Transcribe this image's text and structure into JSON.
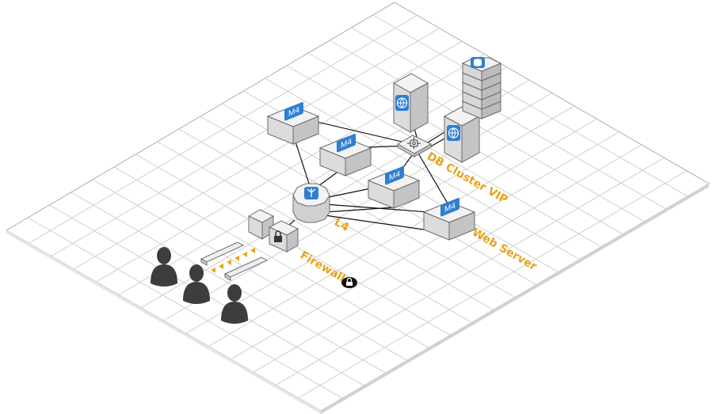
{
  "labels": {
    "db_cluster_vip": "DB Cluster VIP",
    "web_server": "Web Server",
    "l4": "L4",
    "firewall": "Firewall"
  },
  "instances": [
    {
      "id": "m4-a",
      "text": "M4"
    },
    {
      "id": "m4-b",
      "text": "M4"
    },
    {
      "id": "m4-c",
      "text": "M4"
    },
    {
      "id": "m4-d",
      "text": "M4"
    }
  ],
  "colors": {
    "label": "#e8a319",
    "grid": "#cfcfcf",
    "box_face": "#dcdcdc",
    "box_top": "#f3f3f3",
    "box_side": "#c4c4c4",
    "tag_blue": "#2f7fd1",
    "user": "#3d3d3d"
  },
  "icons": [
    "user-icon",
    "globe-icon",
    "database-icon",
    "load-balancer-icon",
    "lock-icon",
    "vip-icon"
  ]
}
